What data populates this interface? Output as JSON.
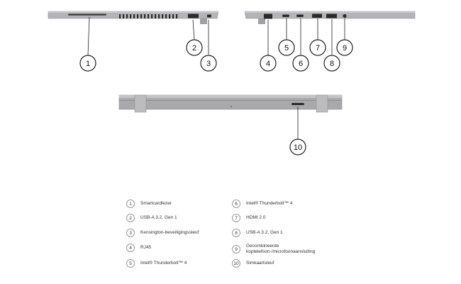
{
  "callouts": [
    "1",
    "2",
    "3",
    "4",
    "5",
    "6",
    "7",
    "8",
    "9",
    "10"
  ],
  "legend": [
    {
      "num": "1",
      "label": "Smartcardlezer"
    },
    {
      "num": "2",
      "label": "USB-A 3.2, Gen 1"
    },
    {
      "num": "3",
      "label": "Kensington-beveiligingssleuf"
    },
    {
      "num": "4",
      "label": "RJ45"
    },
    {
      "num": "5",
      "label": "Intel® Thunderbolt™ 4"
    },
    {
      "num": "6",
      "label": "Intel® Thunderbolt™ 4"
    },
    {
      "num": "7",
      "label": "HDMI 2.0"
    },
    {
      "num": "8",
      "label": "USB-A 3.2, Gen 1"
    },
    {
      "num": "9",
      "label": "Gecombineerde koptelefoon-/microfoonaansluiting"
    },
    {
      "num": "10",
      "label": "Simkaartsleuf"
    }
  ],
  "colors": {
    "chassis": "#a9a9ab",
    "port": "#2a2a2a",
    "callout_stroke": "#222222"
  }
}
